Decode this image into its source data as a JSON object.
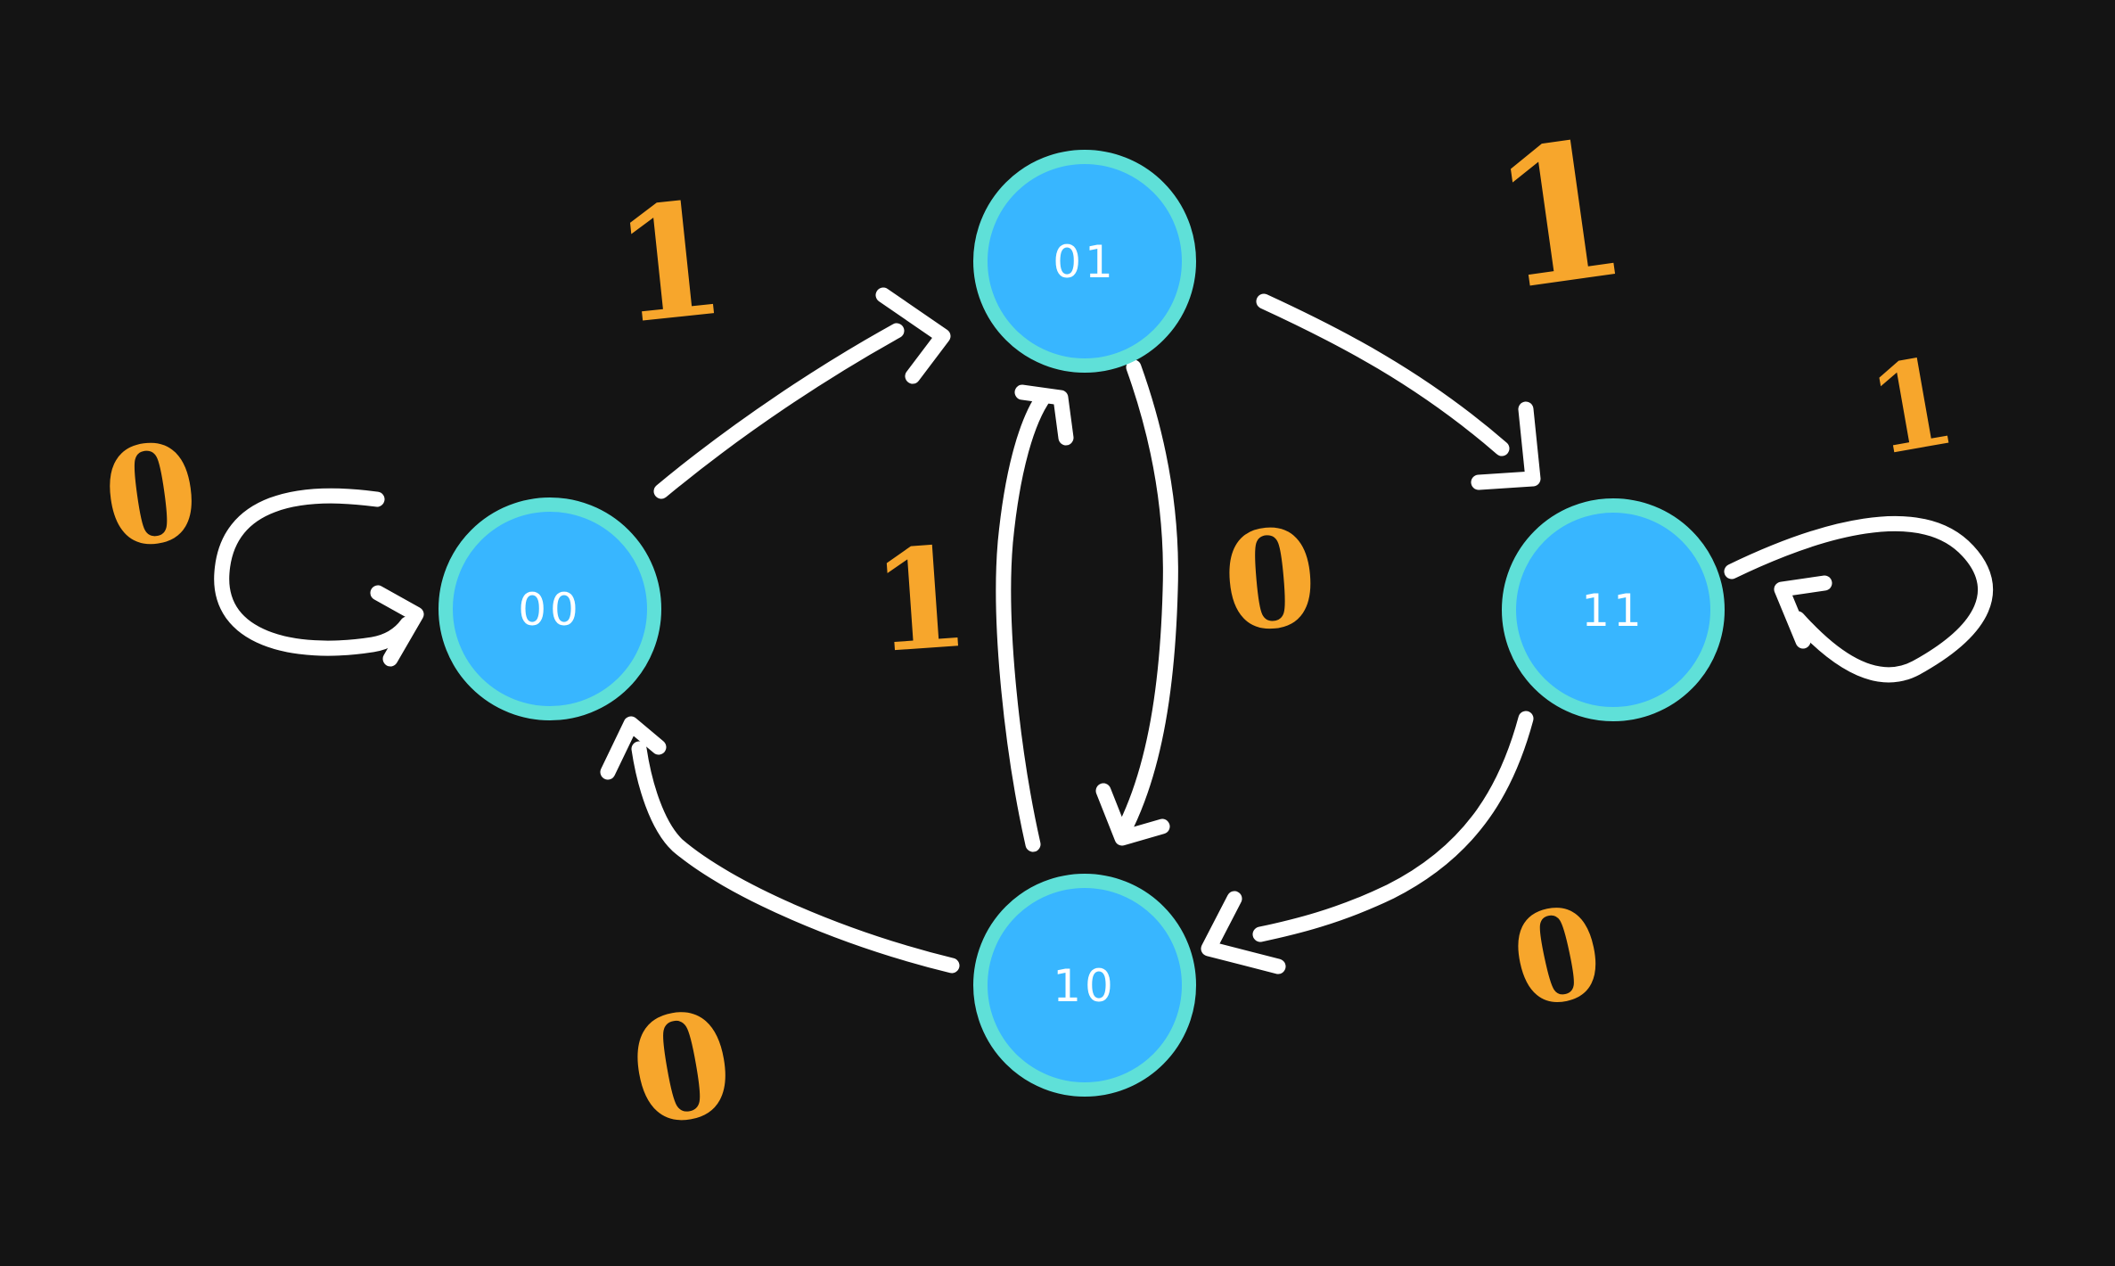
{
  "diagram": {
    "type": "finite-state-machine",
    "colors": {
      "background": "#141414",
      "node_fill": "#38b6ff",
      "node_border": "#5fe0d8",
      "node_text": "#ffffff",
      "edge_stroke": "#ffffff",
      "edge_label": "#f7a62c"
    },
    "states": [
      {
        "id": "00",
        "label": "00"
      },
      {
        "id": "01",
        "label": "01"
      },
      {
        "id": "10",
        "label": "10"
      },
      {
        "id": "11",
        "label": "11"
      }
    ],
    "transitions": [
      {
        "from": "00",
        "to": "00",
        "label": "0"
      },
      {
        "from": "00",
        "to": "01",
        "label": "1"
      },
      {
        "from": "01",
        "to": "11",
        "label": "1"
      },
      {
        "from": "01",
        "to": "10",
        "label": "0"
      },
      {
        "from": "10",
        "to": "01",
        "label": "1"
      },
      {
        "from": "10",
        "to": "00",
        "label": "0"
      },
      {
        "from": "11",
        "to": "11",
        "label": "1"
      },
      {
        "from": "11",
        "to": "10",
        "label": "0"
      }
    ]
  }
}
